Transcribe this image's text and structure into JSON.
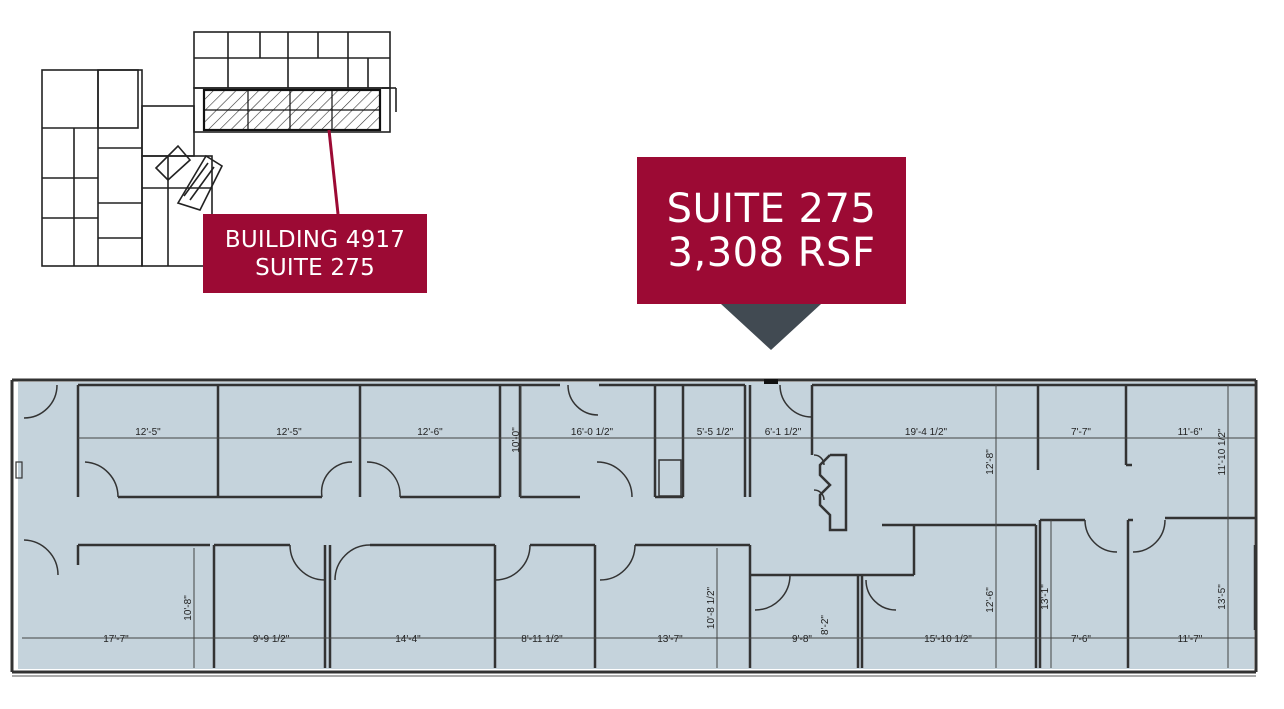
{
  "key_plan": {
    "label_line1": "BUILDING 4917",
    "label_line2": "SUITE 275"
  },
  "callout": {
    "line1": "SUITE 275",
    "line2": "3,308 RSF"
  },
  "colors": {
    "brand": "#9c0a34",
    "arrow": "#414a52",
    "floor_fill": "#c5d3dc",
    "wall": "#333333"
  },
  "dimensions": {
    "top_row": [
      "12'-5\"",
      "12'-5\"",
      "12'-6\"",
      "16'-0 1/2\"",
      "5'-5 1/2\"",
      "6'-1 1/2\"",
      "19'-4 1/2\"",
      "7'-7\"",
      "11'-6\""
    ],
    "bottom_row": [
      "17'-7\"",
      "9'-9 1/2\"",
      "14'-4\"",
      "8'-11 1/2\"",
      "13'-7\"",
      "9'-8\"",
      "15'-10 1/2\"",
      "7'-6\"",
      "11'-7\""
    ],
    "vertical": [
      "10'-0\"",
      "12'-8\"",
      "11'-10 1/2\"",
      "10'-8\"",
      "10'-8 1/2\"",
      "8'-2\"",
      "12'-6\"",
      "13'-1\"",
      "13'-5\""
    ]
  }
}
